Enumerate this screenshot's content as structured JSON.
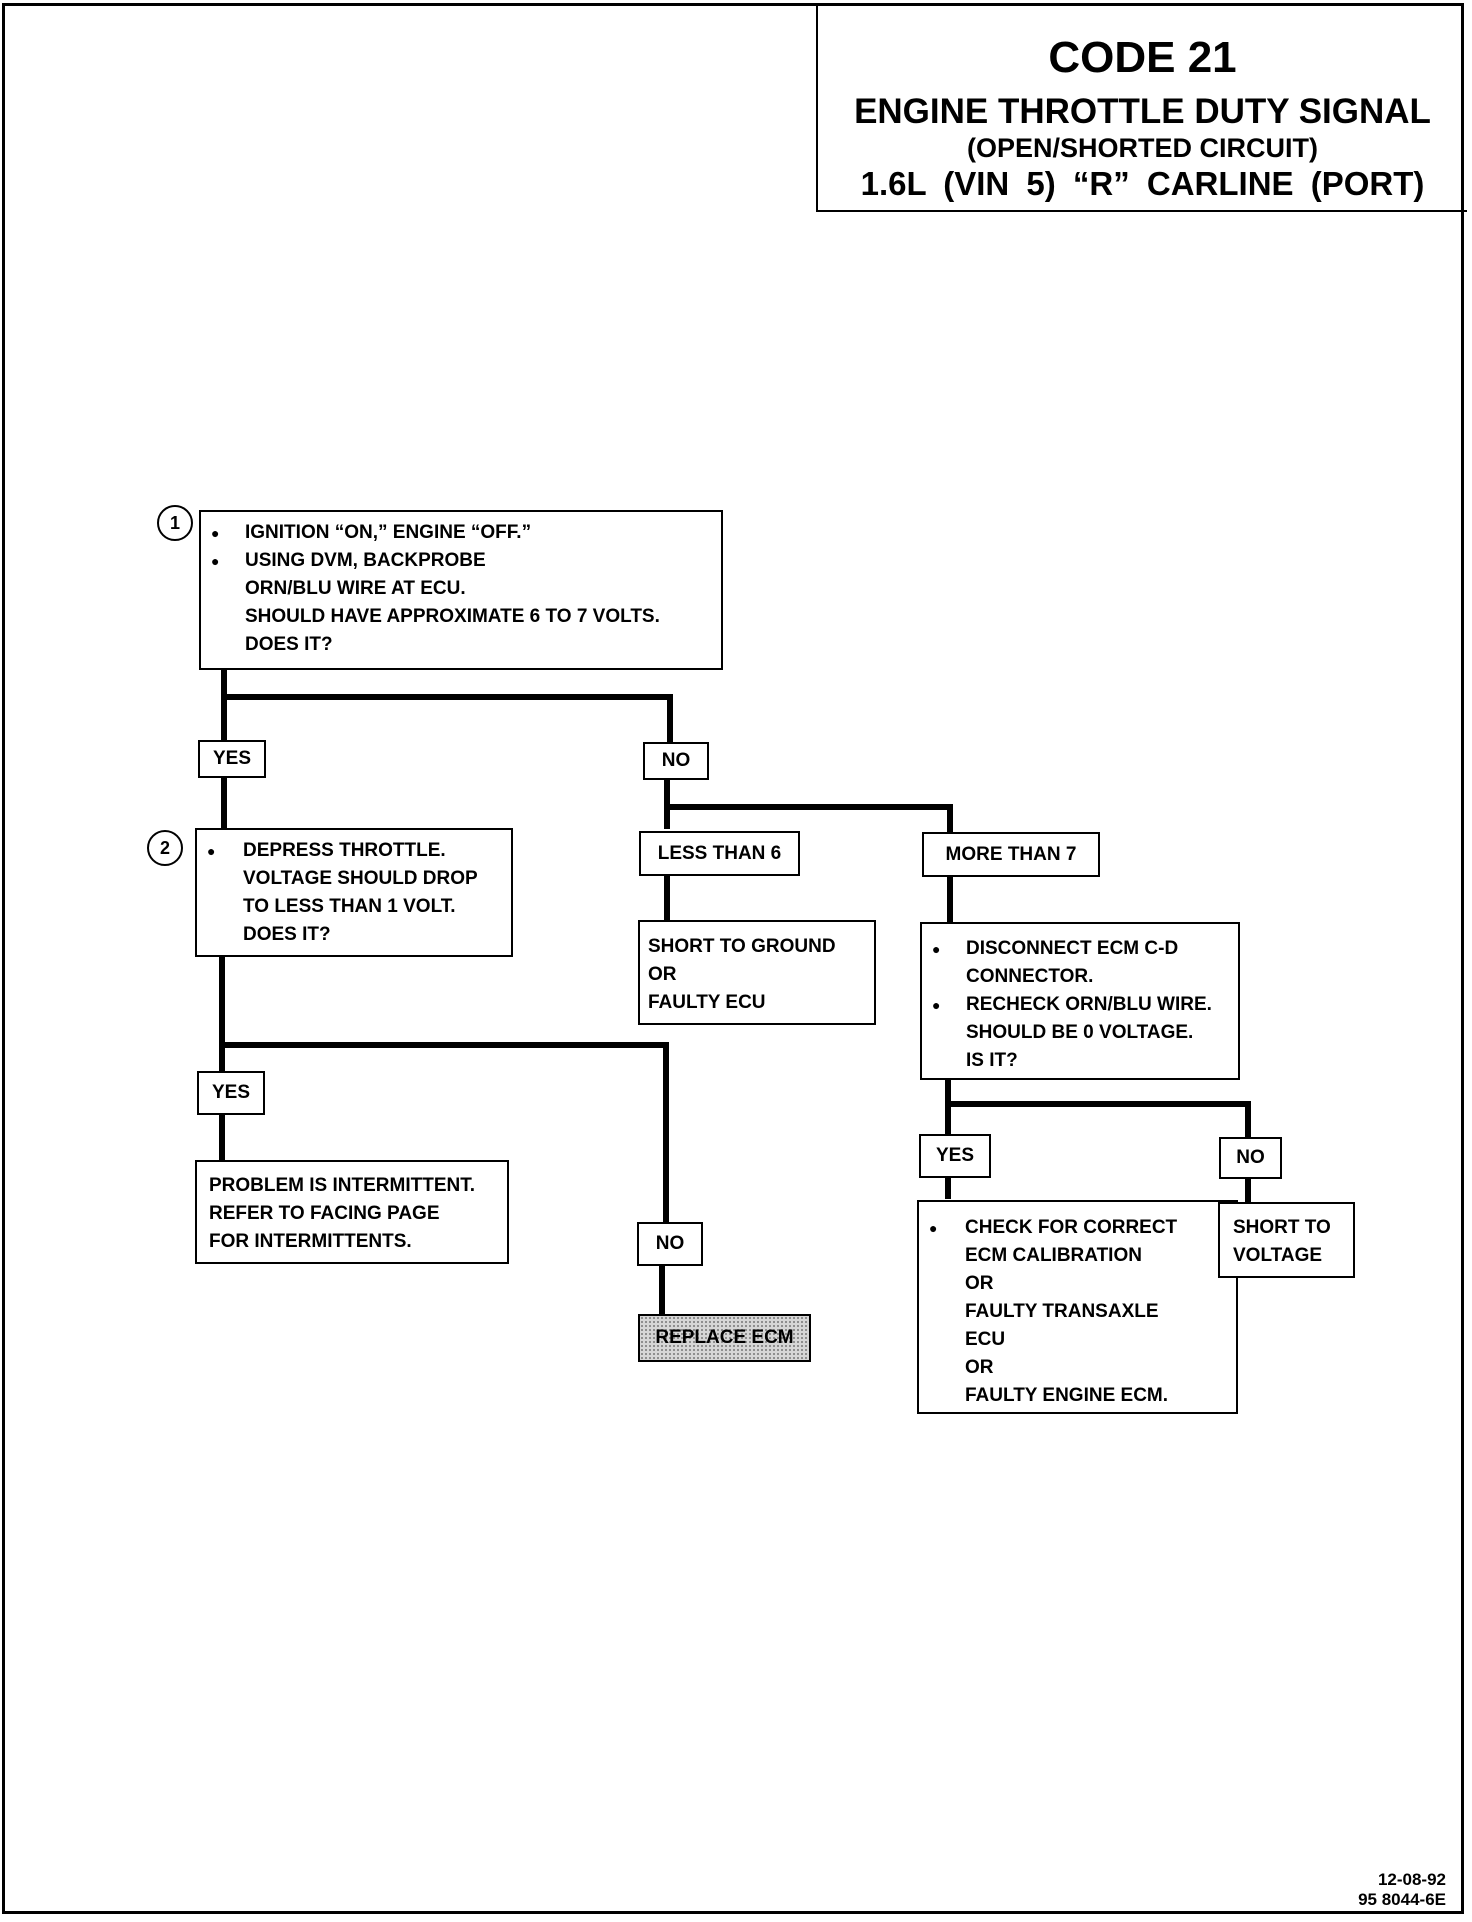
{
  "title": {
    "code": "CODE 21",
    "line1": "ENGINE THROTTLE DUTY SIGNAL",
    "line2": "(OPEN/SHORTED CIRCUIT)",
    "line3": "1.6L  (VIN 5)  “R”  CARLINE  (PORT)"
  },
  "step1": {
    "number": "1",
    "bullet1": "IGNITION “ON,” ENGINE “OFF.”",
    "bullet2": "USING DVM, BACKPROBE",
    "line3": "ORN/BLU WIRE AT ECU.",
    "line4": "SHOULD HAVE APPROXIMATE 6 TO 7 VOLTS.",
    "line5": "DOES IT?"
  },
  "labels": {
    "yes1": "YES",
    "no1": "NO",
    "less_than_6": "LESS THAN 6",
    "more_than_7": "MORE THAN 7",
    "yes2": "YES",
    "no2": "NO",
    "yes3": "YES",
    "no3": "NO"
  },
  "step2": {
    "number": "2",
    "bullet1": "DEPRESS THROTTLE.",
    "line2": "VOLTAGE SHOULD DROP",
    "line3": "TO LESS THAN 1 VOLT.",
    "line4": "DOES IT?"
  },
  "short_ground": {
    "line1": "SHORT TO GROUND",
    "line2": "OR",
    "line3": "FAULTY ECU"
  },
  "disconnect": {
    "bullet1": "DISCONNECT ECM C-D",
    "line2": "CONNECTOR.",
    "bullet2": "RECHECK ORN/BLU WIRE.",
    "line4": "SHOULD BE 0 VOLTAGE.",
    "line5": "IS IT?"
  },
  "intermittent": {
    "line1": "PROBLEM IS INTERMITTENT.",
    "line2": "REFER TO FACING PAGE",
    "line3": "FOR INTERMITTENTS."
  },
  "replace": {
    "label": "REPLACE ECM"
  },
  "check": {
    "bullet1": "CHECK FOR CORRECT",
    "line2": "ECM CALIBRATION",
    "line3": "OR",
    "line4": "FAULTY TRANSAXLE",
    "line5": "ECU",
    "line6": "OR",
    "line7": "FAULTY ENGINE ECM."
  },
  "short_voltage": {
    "line1": "SHORT TO",
    "line2": "VOLTAGE"
  },
  "footer": {
    "date": "12-08-92",
    "ref": "95 8044-6E"
  }
}
